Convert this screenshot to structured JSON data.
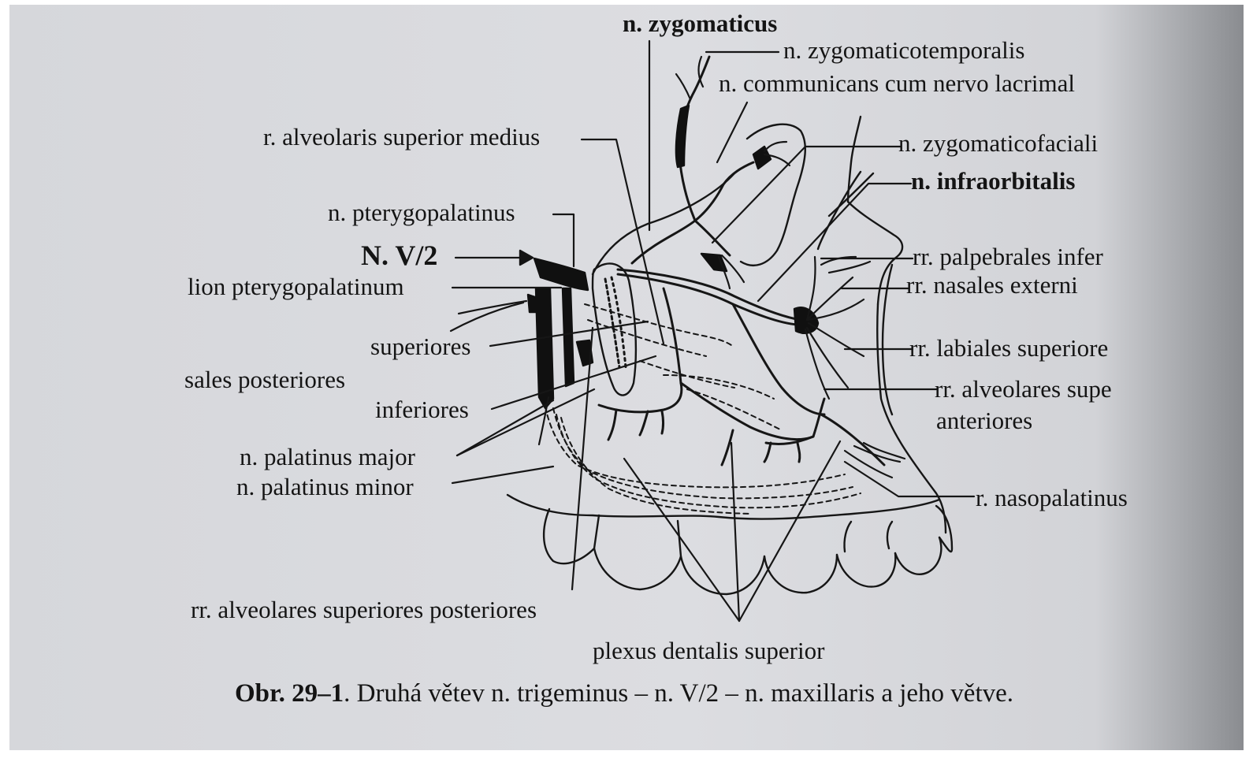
{
  "labels": {
    "zygomaticus": "n. zygomaticus",
    "zygomaticotemporalis": "n. zygomaticotemporalis",
    "communicans": "n. communicans cum nervo lacrimal",
    "alveolaris_medius": "r. alveolaris superior medius",
    "zygomaticofaciali": "n. zygomaticofaciali",
    "infraorbitalis": "n. infraorbitalis",
    "pterygopalatinus": "n. pterygopalatinus",
    "nv2": "N. V/2",
    "ganglion": "lion pterygopalatinum",
    "palpebrales": "rr. palpebrales infer",
    "nasales_externi": "rr. nasales externi",
    "superiores": "superiores",
    "nasales_posteriores": "sales posteriores",
    "labiales": "rr. labiales superiore",
    "alveolares_ant_1": "rr. alveolares supe",
    "alveolares_ant_2": "anteriores",
    "inferiores": "inferiores",
    "palatinus_major": "n. palatinus major",
    "palatinus_minor": "n. palatinus minor",
    "nasopalatinus": "r. nasopalatinus",
    "alveolares_post": "rr. alveolares superiores posteriores",
    "plexus": "plexus dentalis superior"
  },
  "caption": {
    "number": "Obr. 29–1",
    "text": ". Druhá větev n. trigeminus – n. V/2 – n. maxillaris a jeho větve."
  }
}
